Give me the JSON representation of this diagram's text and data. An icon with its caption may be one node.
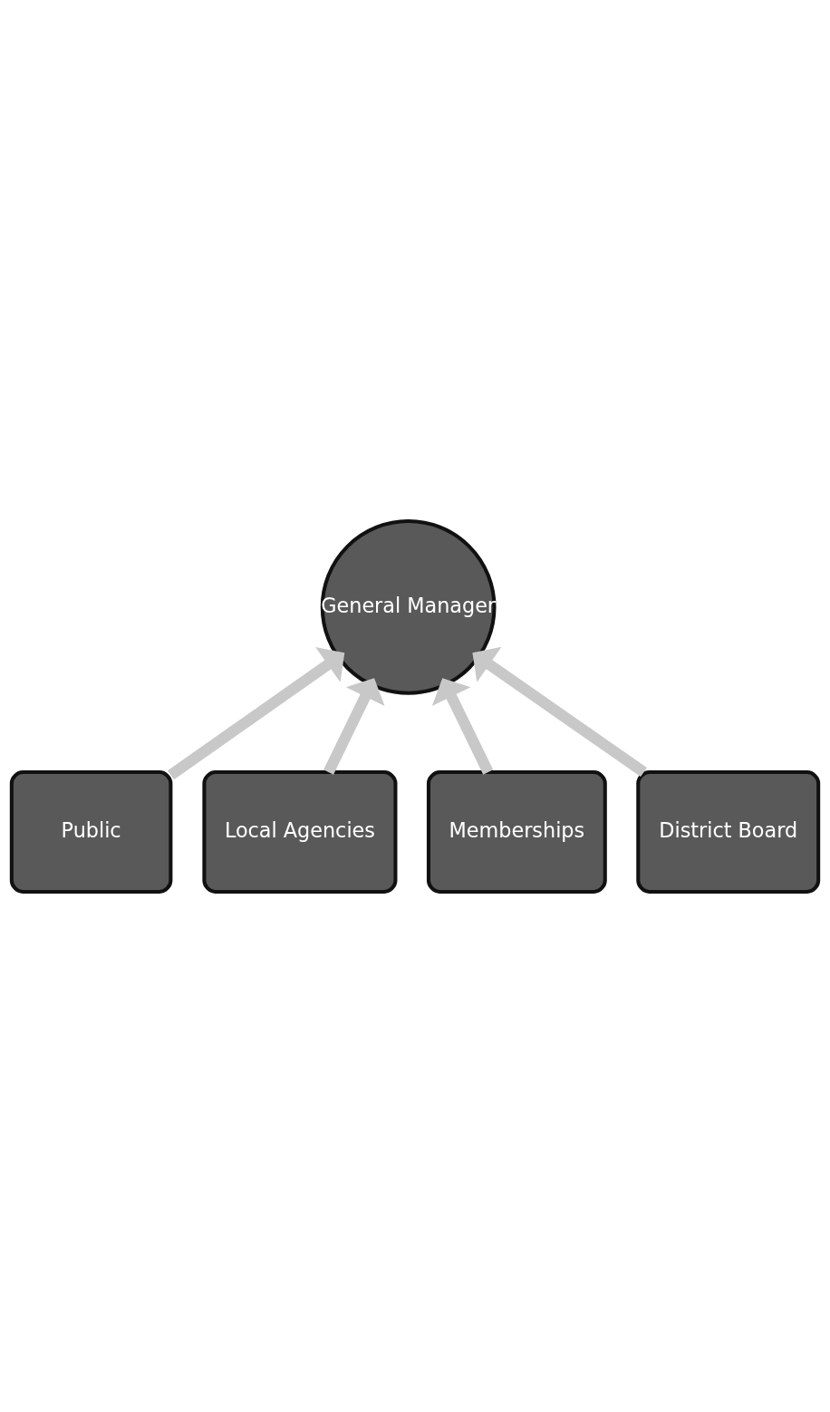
{
  "diagram": {
    "nodes": [
      {
        "text": [
          "General Manager"
        ]
      },
      {
        "text": [
          "Public"
        ]
      },
      {
        "text": [
          "Local Agencies"
        ]
      },
      {
        "text": [
          "Memberships"
        ]
      },
      {
        "text": [
          "District Board"
        ]
      }
    ],
    "edges": [
      {
        "from": 1,
        "to": 0,
        "arrow": "to"
      },
      {
        "from": 2,
        "to": 0,
        "arrow": "to"
      },
      {
        "from": 3,
        "to": 0,
        "arrow": "to"
      },
      {
        "from": 4,
        "to": 0,
        "arrow": "to"
      }
    ]
  }
}
